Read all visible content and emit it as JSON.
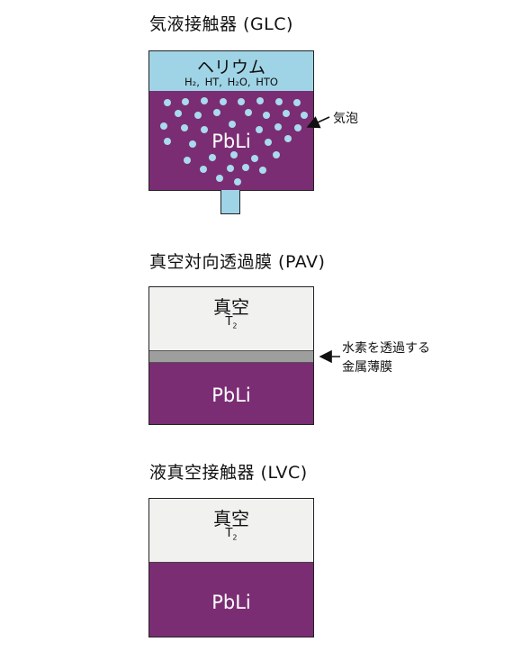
{
  "glc": {
    "title": "気液接触器 (GLC)",
    "gas_label": "ヘリウム",
    "species": [
      "H₂,",
      "HT,",
      "H₂O,",
      "HTO"
    ],
    "liquid_label": "PbLi",
    "bubble_label": "気泡"
  },
  "pav": {
    "title": "真空対向透過膜 (PAV)",
    "vacuum_label": "真空",
    "temp_label": "T",
    "temp_sub": "2",
    "liquid_label": "PbLi",
    "membrane_label_line1": "水素を透過する",
    "membrane_label_line2": "金属薄膜"
  },
  "lvc": {
    "title": "液真空接触器 (LVC)",
    "vacuum_label": "真空",
    "temp_label": "T",
    "temp_sub": "2",
    "liquid_label": "PbLi"
  },
  "colors": {
    "pbli": "#7b2d74",
    "helium": "#9fd4e6",
    "bubble": "#a9daed",
    "vacuum": "#f1f1f0",
    "membrane": "#9e9e9e",
    "arrow": "#f2a94b"
  }
}
